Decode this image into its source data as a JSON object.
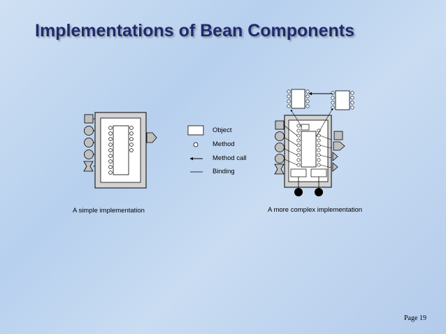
{
  "slide": {
    "title": "Implementations of Bean Components",
    "page_label": "Page 19"
  },
  "legend": {
    "items": [
      {
        "label": "Object",
        "icon": "object-rectangle"
      },
      {
        "label": "Method",
        "icon": "method-circle"
      },
      {
        "label": "Method call",
        "icon": "arrow-line"
      },
      {
        "label": "Binding",
        "icon": "plain-line"
      }
    ]
  },
  "diagrams": {
    "simple_caption": "A simple implementation",
    "complex_caption": "A more complex implementation"
  },
  "colors": {
    "background": "#c4d8f0",
    "title": "#1f2a6e",
    "frame": "#d0d0d0",
    "port": "#bfbfbf"
  }
}
